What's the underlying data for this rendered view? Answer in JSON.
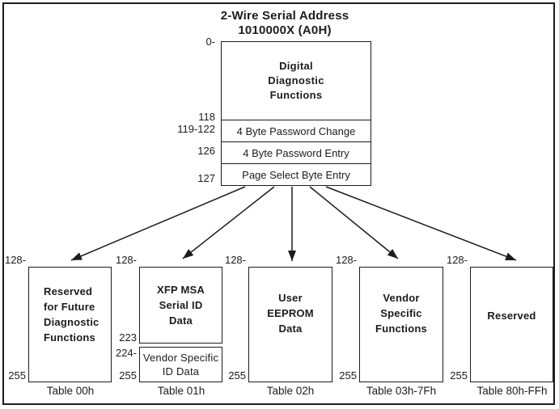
{
  "title": {
    "line1": "2-Wire Serial Address",
    "line2": "1010000X (A0H)"
  },
  "colors": {
    "ink": "#1c1c1c",
    "background": "#ffffff"
  },
  "top_box": {
    "start_address": "0-",
    "main": {
      "lines": [
        "Digital",
        "Diagnostic",
        "Functions"
      ],
      "end_address": "118"
    },
    "rows": [
      {
        "address": "119-122",
        "label": "4 Byte Password Change"
      },
      {
        "address": "126",
        "label": "4 Byte Password Entry"
      },
      {
        "address": "127",
        "label": "Page Select Byte Entry"
      }
    ]
  },
  "tables": [
    {
      "caption": "Table 00h",
      "start_address": "128-",
      "end_address": "255",
      "lines": [
        "Reserved",
        "for Future",
        "Diagnostic",
        "Functions"
      ]
    },
    {
      "caption": "Table 01h",
      "start_address": "128-",
      "end_address": "255",
      "upper": {
        "lines": [
          "XFP MSA",
          "Serial ID",
          "Data"
        ],
        "end_address": "223"
      },
      "lower": {
        "start_address": "224-",
        "lines": [
          "Vendor Specific",
          "ID Data"
        ]
      }
    },
    {
      "caption": "Table 02h",
      "start_address": "128-",
      "end_address": "255",
      "lines": [
        "User",
        "EEPROM",
        "Data"
      ]
    },
    {
      "caption": "Table 03h-7Fh",
      "start_address": "128-",
      "end_address": "255",
      "lines": [
        "Vendor",
        "Specific",
        "Functions"
      ]
    },
    {
      "caption": "Table 80h-FFh",
      "start_address": "128-",
      "end_address": "255",
      "lines": [
        "Reserved"
      ]
    }
  ]
}
